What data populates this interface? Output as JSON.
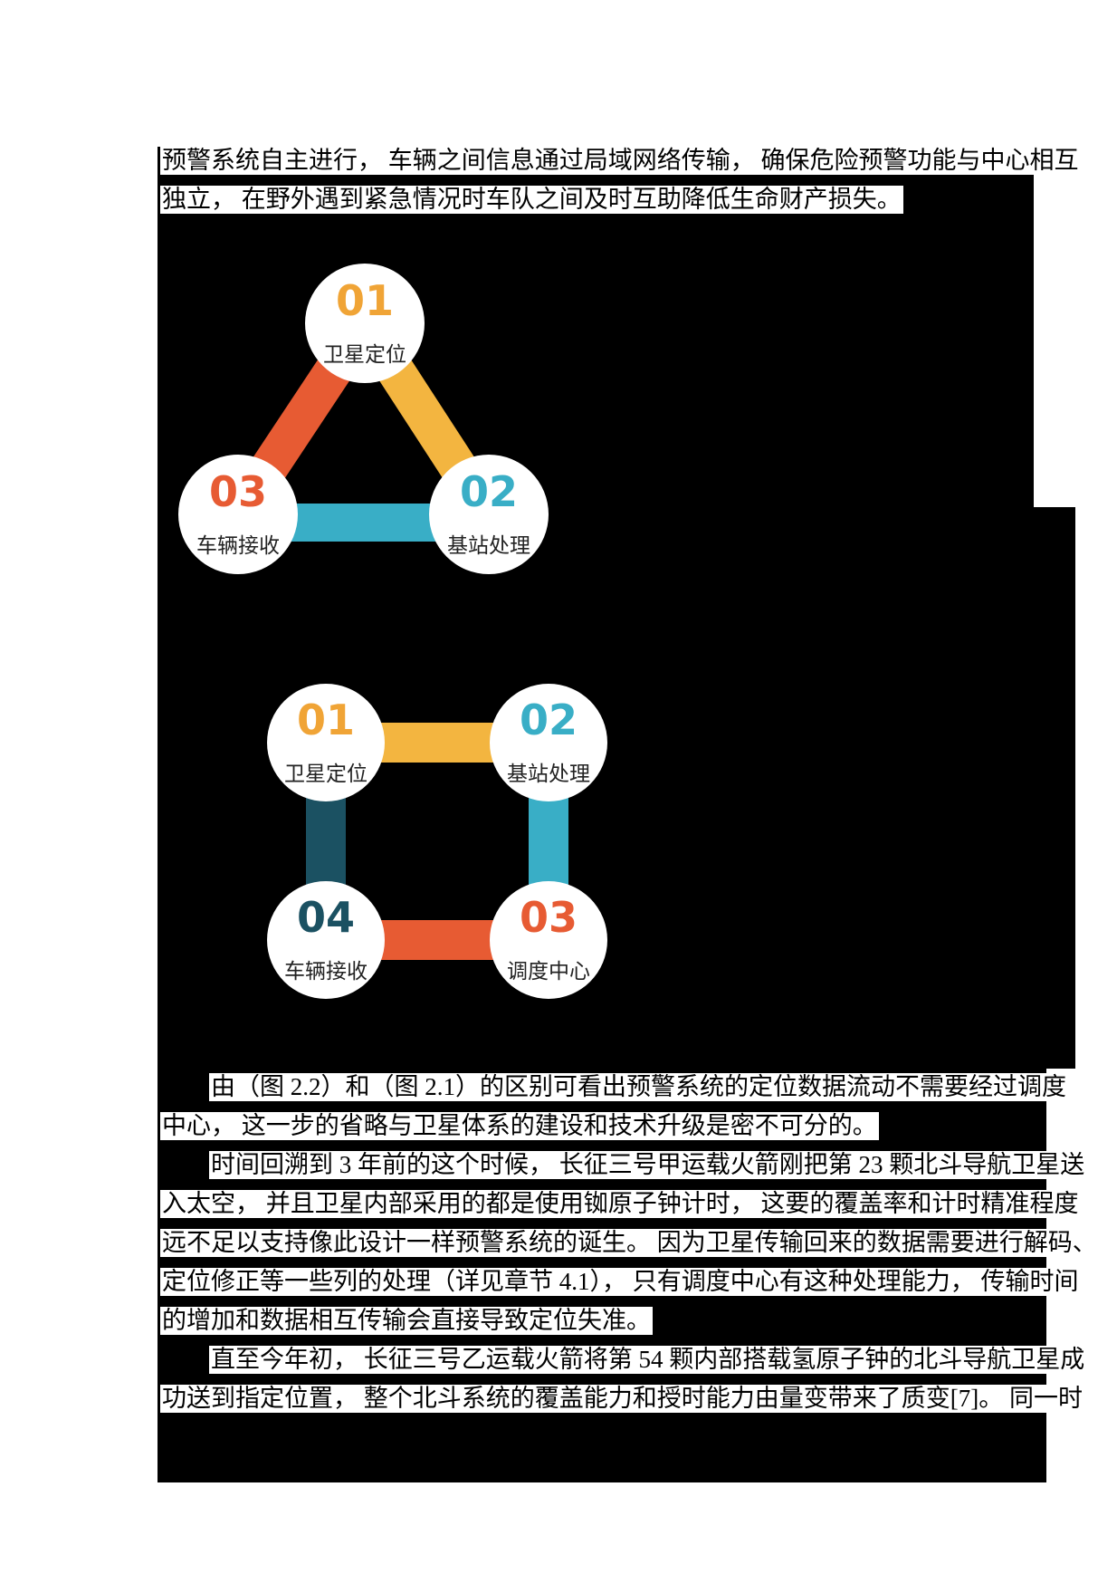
{
  "page": {
    "background_color": "#ffffff",
    "figure_background_color": "#000000",
    "text_color": "#000000"
  },
  "paragraphs": {
    "p1": {
      "lines": [
        {
          "text": "预警系统自主进行， 车辆之间信息通过局域网络传输， 确保危险预警功能与中心相互",
          "indent": false
        },
        {
          "text": "独立， 在野外遇到紧急情况时车队之间及时互助降低生命财产损失。",
          "indent": false
        }
      ]
    },
    "p2": {
      "lines": [
        {
          "text": "由（图 2.2）和（图 2.1）的区别可看出预警系统的定位数据流动不需要经过调度",
          "indent": true
        },
        {
          "text": "中心， 这一步的省略与卫星体系的建设和技术升级是密不可分的。",
          "indent": false
        },
        {
          "text": "时间回溯到 3 年前的这个时候， 长征三号甲运载火箭刚把第 23 颗北斗导航卫星送",
          "indent": true
        },
        {
          "text": "入太空， 并且卫星内部采用的都是使用铷原子钟计时， 这要的覆盖率和计时精准程度",
          "indent": false
        },
        {
          "text": "远不足以支持像此设计一样预警系统的诞生。 因为卫星传输回来的数据需要进行解码、",
          "indent": false
        },
        {
          "text": "定位修正等一些列的处理（详见章节 4.1）， 只有调度中心有这种处理能力， 传输时间",
          "indent": false
        },
        {
          "text": "的增加和数据相互传输会直接导致定位失准。",
          "indent": false
        },
        {
          "text": "直至今年初， 长征三号乙运载火箭将第 54 颗内部搭载氢原子钟的北斗导航卫星成",
          "indent": true
        },
        {
          "text": "功送到指定位置， 整个北斗系统的覆盖能力和授时能力由量变带来了质变[7]。 同一时",
          "indent": false
        }
      ]
    }
  },
  "diagrams": [
    {
      "name": "triangle-process-diagram",
      "nodes": [
        {
          "number": "01",
          "label": "卫星定位",
          "color": "#F0A436"
        },
        {
          "number": "02",
          "label": "基站处理",
          "color": "#39AEC6"
        },
        {
          "number": "03",
          "label": "车辆接收",
          "color": "#E75B33"
        }
      ],
      "connectors": [
        {
          "between": "01-03",
          "color": "#E75B33"
        },
        {
          "between": "01-02",
          "color": "#F3B540"
        },
        {
          "between": "03-02",
          "color": "#39AEC6"
        }
      ]
    },
    {
      "name": "square-process-diagram",
      "nodes": [
        {
          "number": "01",
          "label": "卫星定位",
          "color": "#F0A436"
        },
        {
          "number": "02",
          "label": "基站处理",
          "color": "#39AEC6"
        },
        {
          "number": "03",
          "label": "调度中心",
          "color": "#E75B33"
        },
        {
          "number": "04",
          "label": "车辆接收",
          "color": "#1B5162"
        }
      ],
      "connectors": [
        {
          "between": "01-02",
          "color": "#F3B540"
        },
        {
          "between": "01-04",
          "color": "#1B5162"
        },
        {
          "between": "02-03",
          "color": "#39AEC6"
        },
        {
          "between": "04-03",
          "color": "#E75B33"
        }
      ]
    }
  ]
}
